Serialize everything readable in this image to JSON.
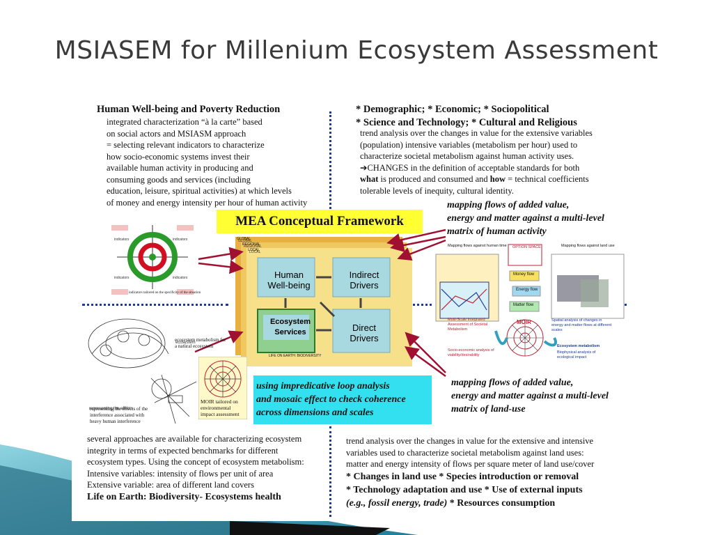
{
  "title": "MSIASEM for Millenium Ecosystem Assessment",
  "top_left": {
    "heading": "Human Well-being and Poverty Reduction",
    "lines": [
      "integrated characterization “à la carte” based",
      "on social actors and MSIASM approach",
      "= selecting relevant indicators to characterize",
      "how socio-economic systems invest their",
      "available human activity in producing and",
      "consuming goods and services (including",
      "education, leisure, spiritual activities) at which levels",
      "of money and energy intensity per hour of human activity"
    ]
  },
  "top_right": {
    "heading1": "* Demographic; * Economic; * Sociopolitical",
    "heading2": "* Science and Technology; * Cultural and Religious",
    "lines": [
      "trend analysis over the changes in value for the extensive variables",
      "(population) intensive variables (metabolism per hour) used to",
      "characterize societal metabolism against human activity uses.",
      "➔CHANGES in the definition of acceptable standards for both",
      "tolerable levels of inequity, cultural identity."
    ],
    "what_line": {
      "w1": "what",
      "mid": " is produced and consumed and ",
      "w2": "how",
      "end": " = technical coefficients"
    }
  },
  "center": {
    "framework_title": "MEA Conceptual Framework",
    "human_wellbeing": "Human Well-being",
    "indirect_drivers": "Indirect Drivers",
    "ecosystem_services": "Ecosystem Services",
    "direct_drivers": "Direct Drivers",
    "scales": [
      "GLOBAL",
      "REGIONAL",
      "LOCAL"
    ],
    "footer": "LIFE ON EARTH: BIODIVERSITY"
  },
  "right_mapping_top": [
    "mapping flows of added value,",
    "energy and matter against a multi-level",
    "matrix of human activity"
  ],
  "right_mapping_bottom": [
    "mapping flows of added value,",
    "energy and matter against a multi-level",
    "matrix of land-use"
  ],
  "right_diagram": {
    "labels": [
      "Mapping flows against human time",
      "OPTION SPACE",
      "Mapping flows against land use",
      "Money flow",
      "Energy flow",
      "Matter flow",
      "MOIR",
      "Multi-Scale Integrated Assessment of Societal Metabolism",
      "Socio-economic analysis of viability/desirability",
      "Spatial analysis of changes in energy and matter flows at different scales",
      "Ecosystem metabolism",
      "Biophysical analysis of ecological impact"
    ]
  },
  "left_diagram": {
    "labels": [
      "indicators tailored on the specificity of the situation",
      "ecosystem metabolism for a natural ecosystem",
      "representing the effects of the interference associated with heavy human interference",
      "MOIR tailored on environmental impact assessment"
    ]
  },
  "cyan_box": [
    "using impredicative loop analysis",
    "and mosaic effect to check coherence",
    "across dimensions and scales"
  ],
  "bottom_left": {
    "lines": [
      "several approaches are available for characterizing ecosystem",
      "integrity in terms of expected benchmarks for different",
      "ecosystem types.  Using the concept of ecosystem metabolism:",
      "Intensive variables: intensity of flows per unit of area",
      "Extensive variable: area of different land covers"
    ],
    "bold": "Life on Earth: Biodiversity- Ecosystems health"
  },
  "bottom_right": {
    "lines": [
      "trend analysis over the changes in value for the extensive and intensive",
      "variables used to characterize societal metabolism against land uses:",
      "matter and energy intensity of flows per square meter of land use/cover"
    ],
    "bold1": "* Changes in land use * Species introduction or removal",
    "bold2": "* Technology adaptation and use * Use of external inputs",
    "bold3_italic": "(e.g., fossil energy, trade)",
    "bold3_end": " * Resources consumption"
  },
  "colors": {
    "accent_blue": "#1a3a9a",
    "yellow": "#ffff33",
    "cyan": "#33e0f0",
    "arrow": "#a01030"
  }
}
